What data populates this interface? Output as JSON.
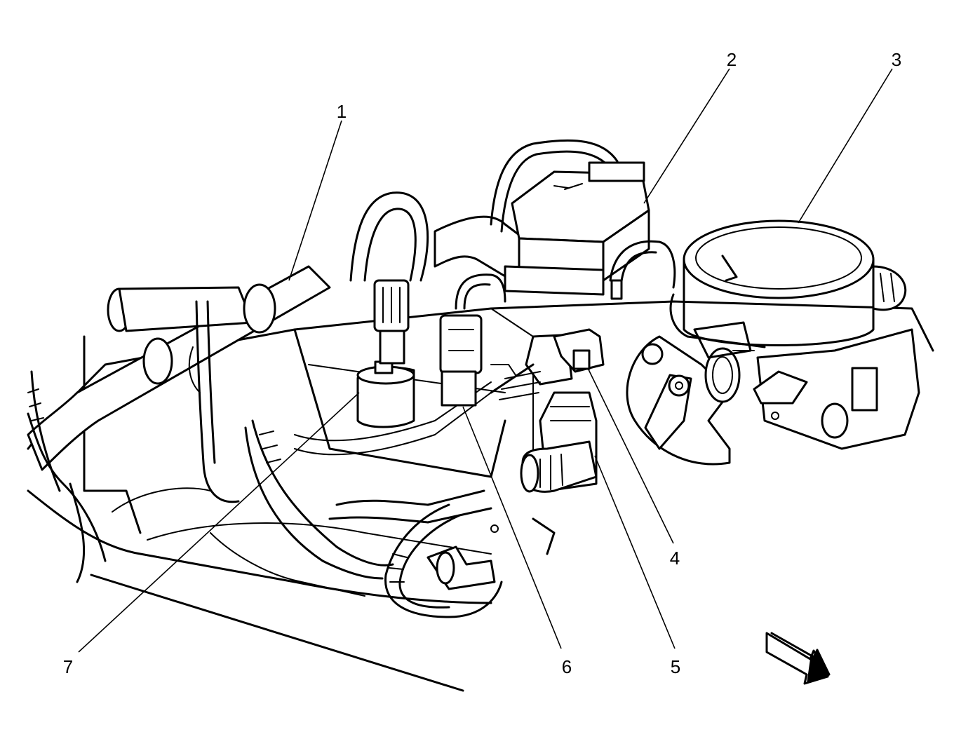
{
  "callouts": [
    {
      "id": "1",
      "label": "1"
    },
    {
      "id": "2",
      "label": "2"
    },
    {
      "id": "3",
      "label": "3"
    },
    {
      "id": "4",
      "label": "4"
    },
    {
      "id": "5",
      "label": "5"
    },
    {
      "id": "6",
      "label": "6"
    },
    {
      "id": "7",
      "label": "7"
    }
  ],
  "direction_arrow": {
    "icon": "front-direction-arrow-icon",
    "color": "#000000"
  }
}
